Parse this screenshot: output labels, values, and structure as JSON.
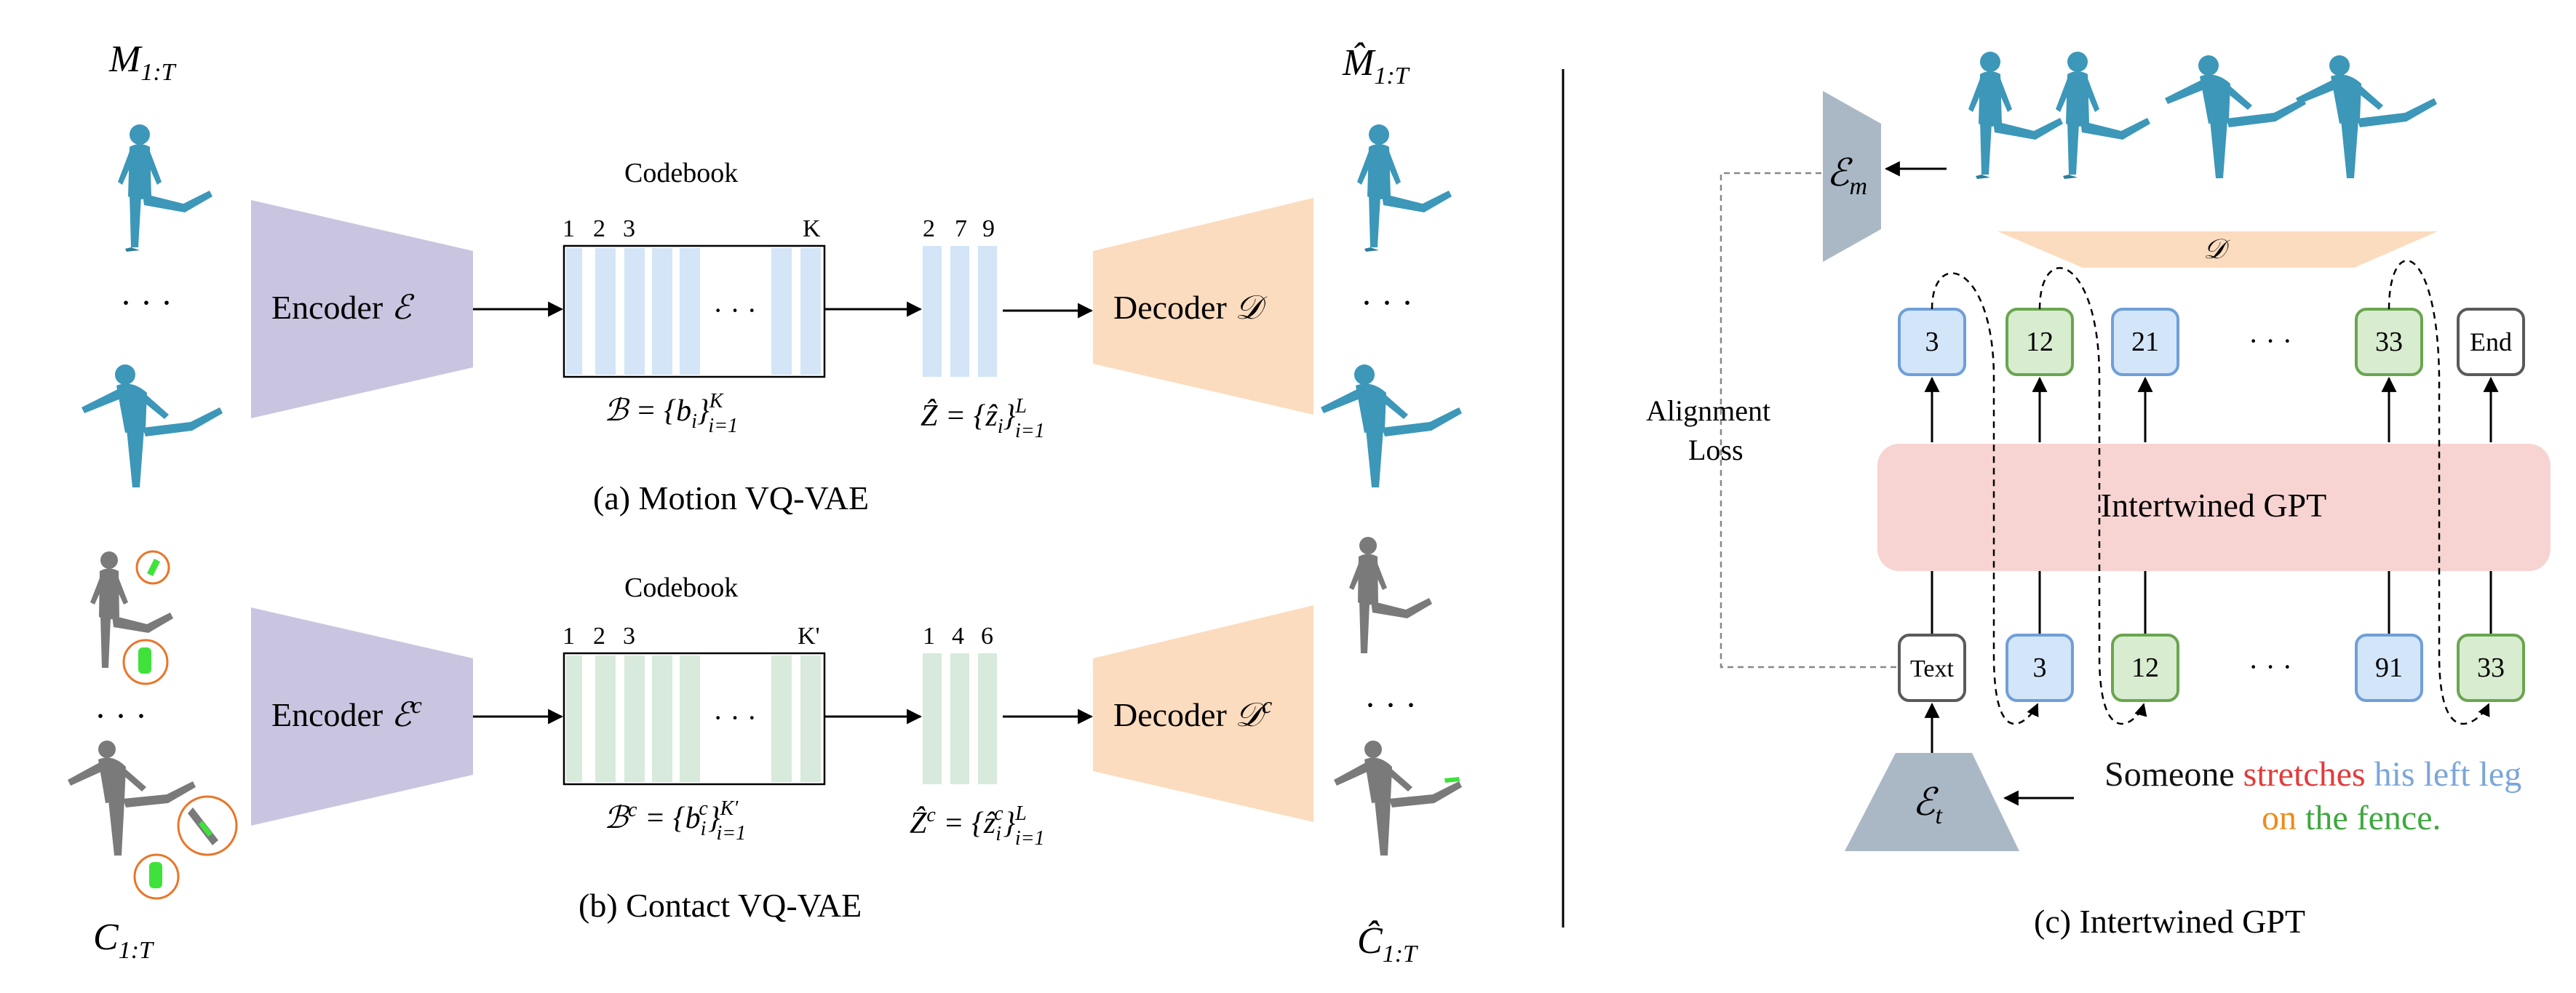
{
  "colors": {
    "encoder": "#c9c5e0",
    "decoder": "#fbdcbe",
    "motion_code": "#d3e5f7",
    "contact_code": "#d8eadb",
    "figure_blue": "#3c97b9",
    "figure_gray": "#7a7a7a",
    "gpt_box": "#f7d4d2",
    "token_blue_fill": "#d3e5f8",
    "token_blue_border": "#6f9fd8",
    "token_green_fill": "#d8eccf",
    "token_green_border": "#6aa550",
    "token_gray_border": "#5a5a5a",
    "enc_c_panel": "#aab8c6",
    "word_red": "#e23b3b",
    "word_blue": "#7aa6da",
    "word_orange": "#ef8a1a",
    "word_green": "#3ea83e",
    "contact_ring": "#e8762a",
    "contact_green": "#3ee23a"
  },
  "icons": {
    "motion_figure": "human-body-mesh",
    "contact_figure": "human-body-mesh-gray",
    "contact_marker": "green-contact-circle"
  },
  "panel_a": {
    "input_label": "M",
    "input_sub": "1:T",
    "dots_left": "· · ·",
    "encoder_label": "Encoder",
    "encoder_sym": "ℰ",
    "codebook_title": "Codebook",
    "codebook_indices": [
      "1",
      "2",
      "3"
    ],
    "codebook_last_index": "K",
    "codebook_dots": "· · ·",
    "codebook_formula_lhs": "ℬ = {b",
    "codebook_formula_sub": "i",
    "codebook_formula_tail": "}",
    "codebook_formula_sup": "K",
    "codebook_formula_range": "i=1",
    "z_indices": [
      "2",
      "7",
      "9"
    ],
    "z_formula_lhs": "Ẑ = {ẑ",
    "z_formula_sub": "i",
    "z_formula_tail": "}",
    "z_formula_sup": "L",
    "z_formula_range": "i=1",
    "decoder_label": "Decoder",
    "decoder_sym": "𝒟",
    "output_label": "M̂",
    "output_sub": "1:T",
    "dots_right": "· · ·",
    "caption": "(a) Motion VQ-VAE"
  },
  "panel_b": {
    "dots_left": "· · ·",
    "encoder_label": "Encoder",
    "encoder_sym": "ℰ",
    "encoder_sup": "c",
    "codebook_title": "Codebook",
    "codebook_indices": [
      "1",
      "2",
      "3"
    ],
    "codebook_last_index": "K'",
    "codebook_dots": "· · ·",
    "codebook_formula_lhs": "ℬ",
    "codebook_formula_sup_c": "c",
    "codebook_formula_mid": " = {b",
    "codebook_formula_sub": "i",
    "codebook_formula_inner_sup": "c",
    "codebook_formula_tail": "}",
    "codebook_formula_sup": "K′",
    "codebook_formula_range": "i=1",
    "z_indices": [
      "1",
      "4",
      "6"
    ],
    "z_formula_lhs": "Ẑ",
    "z_formula_sup_c": "c",
    "z_formula_mid": " = {ẑ",
    "z_formula_sub": "i",
    "z_formula_inner_sup": "c",
    "z_formula_tail": "}",
    "z_formula_sup": "L",
    "z_formula_range": "i=1",
    "decoder_label": "Decoder",
    "decoder_sym": "𝒟",
    "decoder_sup": "c",
    "input_label": "C",
    "input_sub": "1:T",
    "output_label": "Ĉ",
    "output_sub": "1:T",
    "dots_right": "· · ·",
    "caption": "(b) Contact VQ-VAE"
  },
  "panel_c": {
    "em_label": "ℰ",
    "em_sub": "m",
    "d_label": "𝒟",
    "alignment_loss_line1": "Alignment",
    "alignment_loss_line2": "Loss",
    "output_tokens": [
      "3",
      "12",
      "21",
      "33",
      "End"
    ],
    "input_tokens": [
      "Text",
      "3",
      "12",
      "91",
      "33"
    ],
    "token_dots": "· · ·",
    "gpt_label": "Intertwined GPT",
    "et_label": "ℰ",
    "et_sub": "t",
    "sentence": {
      "w1": "Someone",
      "w2": "stretches",
      "w3": "his left leg",
      "w4": "on",
      "w5": "the fence."
    },
    "caption": "(c) Intertwined GPT"
  }
}
